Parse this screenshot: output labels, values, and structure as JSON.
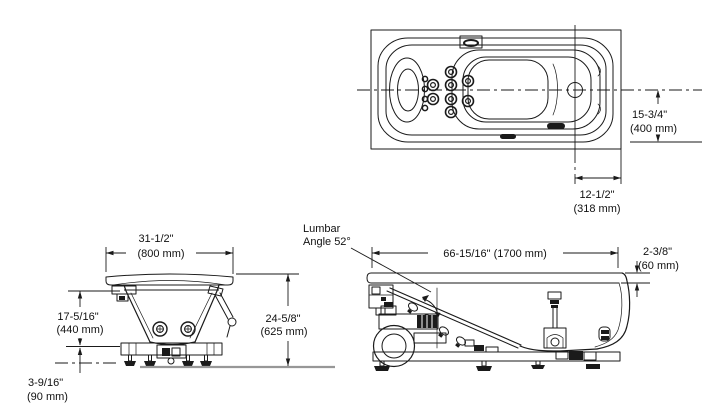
{
  "drawing_type": "bathtub three-view dimensional drawing",
  "colors": {
    "line": "#1a1a1a",
    "floor_line": "#979797",
    "background": "#ffffff"
  },
  "views": {
    "top_plan": {
      "half_width_dim": {
        "in": "15-3/4\"",
        "mm": "(400 mm)"
      },
      "drain_offset_dim": {
        "in": "12-1/2\"",
        "mm": "(318 mm)"
      }
    },
    "end_elevation": {
      "width_dim": {
        "in": "31-1/2\"",
        "mm": "(800 mm)"
      },
      "rim_to_bottom_dim": {
        "in": "17-5/16\"",
        "mm": "(440 mm)"
      },
      "overall_height_dim": {
        "in": "24-5/8\"",
        "mm": "(625 mm)"
      },
      "floor_clearance_dim": {
        "in": "3-9/16\"",
        "mm": "(90 mm)"
      }
    },
    "side_elevation": {
      "length_dim": {
        "text": "66-15/16\" (1700 mm)"
      },
      "rim_thickness_dim": {
        "in": "2-3/8\"",
        "mm": "(60 mm)"
      },
      "lumbar_label": {
        "line1": "Lumbar",
        "line2": "Angle 52°"
      }
    }
  }
}
